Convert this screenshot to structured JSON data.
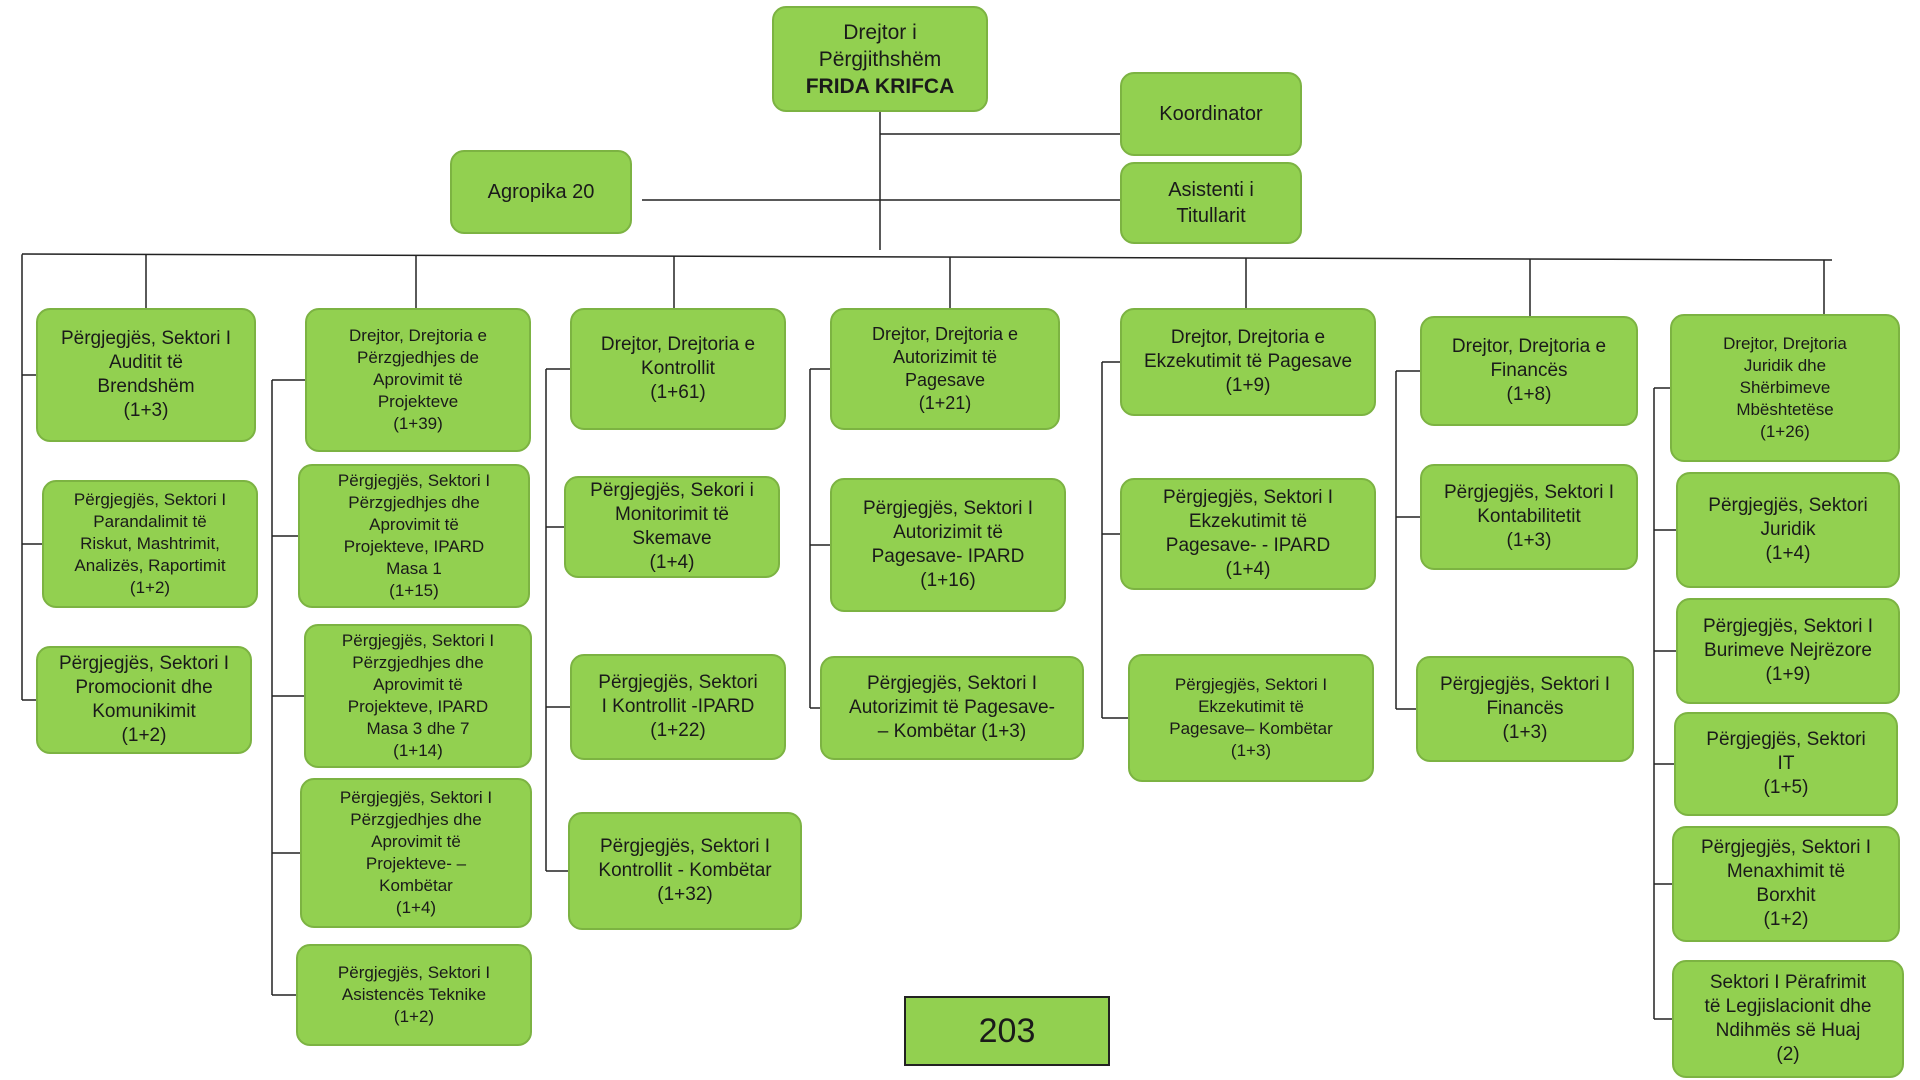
{
  "colors": {
    "box_fill": "#92d050",
    "box_border": "#7cb342",
    "connector": "#222222"
  },
  "top": {
    "director": [
      "Drejtor i",
      "Përgjithshëm",
      "FRIDA KRIFCA"
    ],
    "coordinator": [
      "Koordinator"
    ],
    "agropika": [
      "Agropika 20"
    ],
    "assistant": [
      "Asistenti i",
      "Titullarit"
    ]
  },
  "columns": [
    {
      "boxes": [
        [
          "Përgjegjës, Sektori I",
          "Auditit të",
          "Brendshëm",
          "(1+3)"
        ],
        [
          "Përgjegjës, Sektori I",
          "Parandalimit të",
          "Riskut, Mashtrimit,",
          "Analizës, Raportimit",
          "(1+2)"
        ],
        [
          "Përgjegjës, Sektori I",
          "Promocionit dhe",
          "Komunikimit",
          "(1+2)"
        ]
      ]
    },
    {
      "boxes": [
        [
          "Drejtor, Drejtoria e",
          "Përzgjedhjes de",
          "Aprovimit të",
          "Projekteve",
          "(1+39)"
        ],
        [
          "Përgjegjës, Sektori I",
          "Përzgjedhjes dhe",
          "Aprovimit të",
          "Projekteve, IPARD",
          "Masa 1",
          "(1+15)"
        ],
        [
          "Përgjegjës, Sektori I",
          "Përzgjedhjes dhe",
          "Aprovimit të",
          "Projekteve, IPARD",
          "Masa 3 dhe 7",
          "(1+14)"
        ],
        [
          "Përgjegjës, Sektori I",
          "Përzgjedhjes dhe",
          "Aprovimit të",
          "Projekteve- –",
          "Kombëtar",
          "(1+4)"
        ],
        [
          "Përgjegjës, Sektori I",
          "Asistencës Teknike",
          "(1+2)"
        ]
      ]
    },
    {
      "boxes": [
        [
          "Drejtor, Drejtoria e",
          "Kontrollit",
          "(1+61)"
        ],
        [
          "Përgjegjës, Sekori i",
          "Monitorimit të",
          "Skemave",
          "(1+4)"
        ],
        [
          "Përgjegjës, Sektori",
          "I Kontrollit -IPARD",
          "(1+22)"
        ],
        [
          "Përgjegjës, Sektori  I",
          "Kontrollit - Kombëtar",
          "(1+32)"
        ]
      ]
    },
    {
      "boxes": [
        [
          "Drejtor, Drejtoria e",
          "Autorizimit të",
          "Pagesave",
          "(1+21)"
        ],
        [
          "Përgjegjës, Sektori I",
          "Autorizimit të",
          "Pagesave- IPARD",
          "(1+16)"
        ],
        [
          "Përgjegjës, Sektori I",
          "Autorizimit të Pagesave-",
          "– Kombëtar (1+3)"
        ]
      ]
    },
    {
      "boxes": [
        [
          "Drejtor, Drejtoria e",
          "Ekzekutimit të Pagesave",
          "(1+9)"
        ],
        [
          "Përgjegjës, Sektori I",
          "Ekzekutimit të",
          "Pagesave- - IPARD",
          "(1+4)"
        ],
        [
          "Përgjegjës, Sektori I",
          "Ekzekutimit të",
          "Pagesave– Kombëtar",
          "(1+3)"
        ]
      ]
    },
    {
      "boxes": [
        [
          "Drejtor, Drejtoria e",
          "Financës",
          "(1+8)"
        ],
        [
          "Përgjegjës, Sektori I",
          "Kontabilitetit",
          "(1+3)"
        ],
        [
          "Përgjegjës, Sektori I",
          "Financës",
          "(1+3)"
        ]
      ]
    },
    {
      "boxes": [
        [
          "Drejtor, Drejtoria",
          "Juridik dhe",
          "Shërbimeve",
          "Mbështetëse",
          "(1+26)"
        ],
        [
          "Përgjegjës, Sektori",
          "Juridik",
          "(1+4)"
        ],
        [
          "Përgjegjës, Sektori I",
          "Burimeve Nejrëzore",
          "(1+9)"
        ],
        [
          "Përgjegjës, Sektori",
          "IT",
          "(1+5)"
        ],
        [
          "Përgjegjës, Sektori I",
          "Menaxhimit të",
          "Borxhit",
          "(1+2)"
        ],
        [
          "Sektori I Përafrimit",
          "të Legjislacionit dhe",
          "Ndihmës së Huaj",
          "(2)"
        ]
      ]
    }
  ],
  "total": "203"
}
